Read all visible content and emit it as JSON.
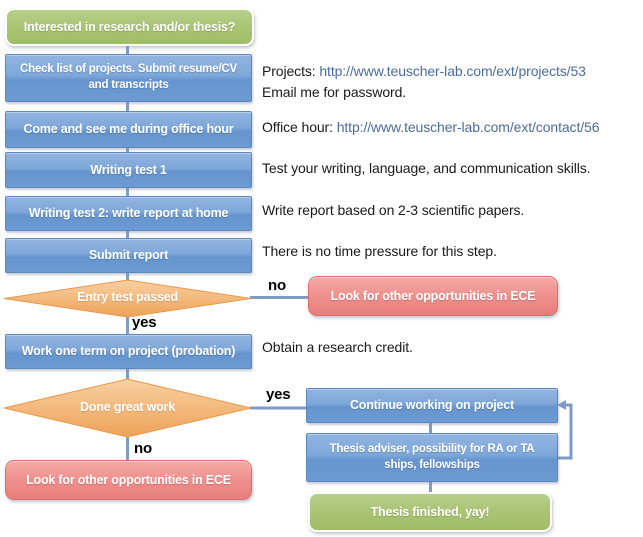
{
  "flowchart": {
    "nodes": {
      "start": {
        "label": "Interested in research and/or thesis?"
      },
      "check_projects": {
        "label_lines": [
          "Check list of projects. Submit resume/CV",
          "and transcripts"
        ]
      },
      "office_hour": {
        "label": "Come and see me during office hour"
      },
      "writing_test_1": {
        "label": "Writing test 1"
      },
      "writing_test_2": {
        "label": "Writing test 2: write report at home"
      },
      "submit_report": {
        "label": "Submit report"
      },
      "entry_test": {
        "label": "Entry test passed"
      },
      "look_other_top": {
        "label": "Look for other opportunities in ECE"
      },
      "probation": {
        "label": "Work one term on project (probation)"
      },
      "done_great": {
        "label": "Done great work"
      },
      "look_other_bottom": {
        "label": "Look for other opportunities in ECE"
      },
      "continue_project": {
        "label": "Continue working on project"
      },
      "thesis_adviser": {
        "label_lines": [
          "Thesis adviser, possibility for RA or TA",
          "ships, fellowships"
        ]
      },
      "thesis_finished": {
        "label": "Thesis finished, yay!"
      }
    },
    "edge_labels": {
      "entry_no": "no",
      "entry_yes": "yes",
      "done_yes": "yes",
      "done_no": "no"
    }
  },
  "annotations": {
    "projects_prefix": "Projects: ",
    "projects_url": "http://www.teuscher-lab.com/ext/projects/53",
    "email_note": "Email me for password.",
    "office_prefix": "Office hour: ",
    "office_url": "http://www.teuscher-lab.com/ext/contact/56",
    "writing_test_note": "Test your writing, language, and communication skills.",
    "report_note": "Write report based on 2-3 scientific papers.",
    "submit_note": "There is no time pressure for this step.",
    "probation_note": "Obtain a research credit."
  },
  "colors": {
    "node_blue": "#6d9ad2",
    "node_green": "#a9c474",
    "node_orange": "#f0a85e",
    "node_red": "#ec8a86",
    "connector": "#7e9dc5",
    "link": "#4a6ca2",
    "node_text": "#ffffff",
    "note_text": "#1a1a1a"
  }
}
